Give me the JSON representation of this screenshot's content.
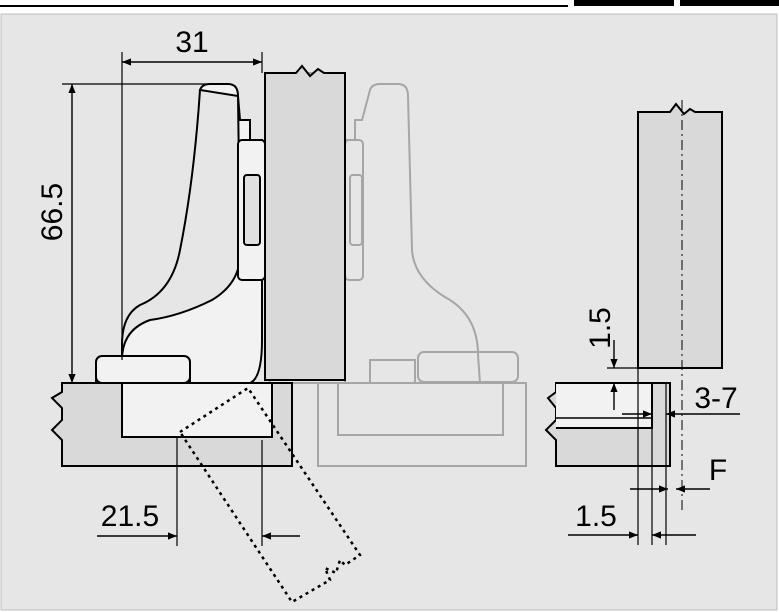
{
  "colors": {
    "frame_background": "#e6e6e6",
    "panel_fill": "#d9d9d9",
    "hinge_fill": "#f2f2f2",
    "ghost_stroke": "#a6a6a6",
    "line": "#000000"
  },
  "hinge_view": {
    "dims": {
      "width_top": "31",
      "height": "66.5",
      "offset_bottom": "21.5"
    }
  },
  "side_view": {
    "dims": {
      "gap_vertical": "1.5",
      "overlay": "3-7",
      "f_label": "F",
      "gap_horizontal": "1.5"
    }
  }
}
